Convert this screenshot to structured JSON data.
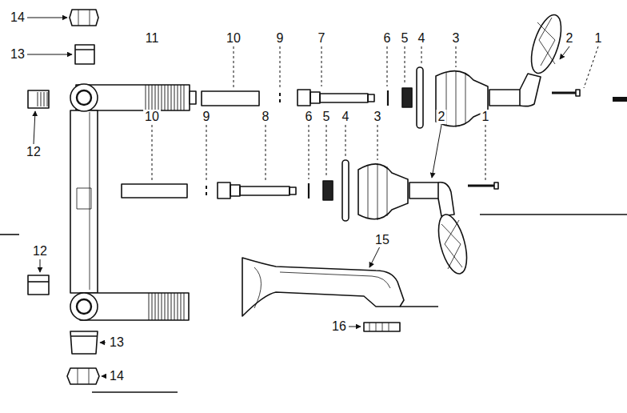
{
  "diagram": {
    "labels": [
      "14",
      "13",
      "12",
      "11",
      "10",
      "9",
      "7",
      "6",
      "5",
      "4",
      "3",
      "2",
      "1",
      "10",
      "9",
      "8",
      "6",
      "5",
      "4",
      "3",
      "2",
      "1",
      "12",
      "15",
      "16",
      "13",
      "14"
    ]
  }
}
